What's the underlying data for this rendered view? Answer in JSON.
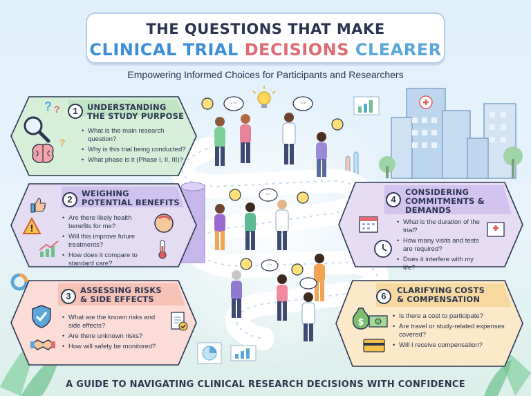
{
  "title": {
    "line1": "THE QUESTIONS THAT MAKE",
    "line2_a": "CLINICAL TRIAL",
    "line2_b": "DECISIONS",
    "line2_c": "CLEARER"
  },
  "subtitle": "Empowering Informed Choices for Participants and Researchers",
  "footer": "A GUIDE TO NAVIGATING CLINICAL RESEARCH DECISIONS WITH CONFIDENCE",
  "panels": [
    {
      "number": "1",
      "title_line1": "UNDERSTANDING",
      "title_line2": "THE STUDY PURPOSE",
      "items": [
        "What is the main research question?",
        "Why is this trial being conducted?",
        "What phase is it (Phase I, II, III)?"
      ]
    },
    {
      "number": "2",
      "title_line1": "WEIGHING",
      "title_line2": "POTENTIAL BENEFITS",
      "items": [
        "Are there likely health benefits for me?",
        "Will this improve future treatments?",
        "How does it compare to standard care?"
      ]
    },
    {
      "number": "3",
      "title_line1": "ASSESSING RISKS",
      "title_line2": "& SIDE EFFECTS",
      "items": [
        "What are the known risks and side effects?",
        "Are there unknown risks?",
        "How will safety be monitored?"
      ]
    },
    {
      "number": "4",
      "title_line1": "CONSIDERING",
      "title_line2": "COMMITMENTS &",
      "title_line3": "DEMANDS",
      "items": [
        "What is the duration of the trial?",
        "How many visits and tests are required?",
        "Does it interfere with my life?"
      ]
    },
    {
      "number": "6",
      "title_line1": "CLARIFYING COSTS",
      "title_line2": "& COMPENSATION",
      "items": [
        "Is there a cost to participate?",
        "Are travel or study-related expenses covered?",
        "Will I receive compensation?"
      ]
    }
  ],
  "colors": {
    "panel1": "#d6efd9",
    "panel1_head": "#bfe5c5",
    "panel2": "#e3dcf3",
    "panel2_head": "#cfc2ee",
    "panel3": "#fbdcd6",
    "panel3_head": "#f6c2b6",
    "panel4": "#e6dcf3",
    "panel4_head": "#d3c3ef",
    "panel6": "#fbe9c9",
    "panel6_head": "#f7d9a0"
  }
}
